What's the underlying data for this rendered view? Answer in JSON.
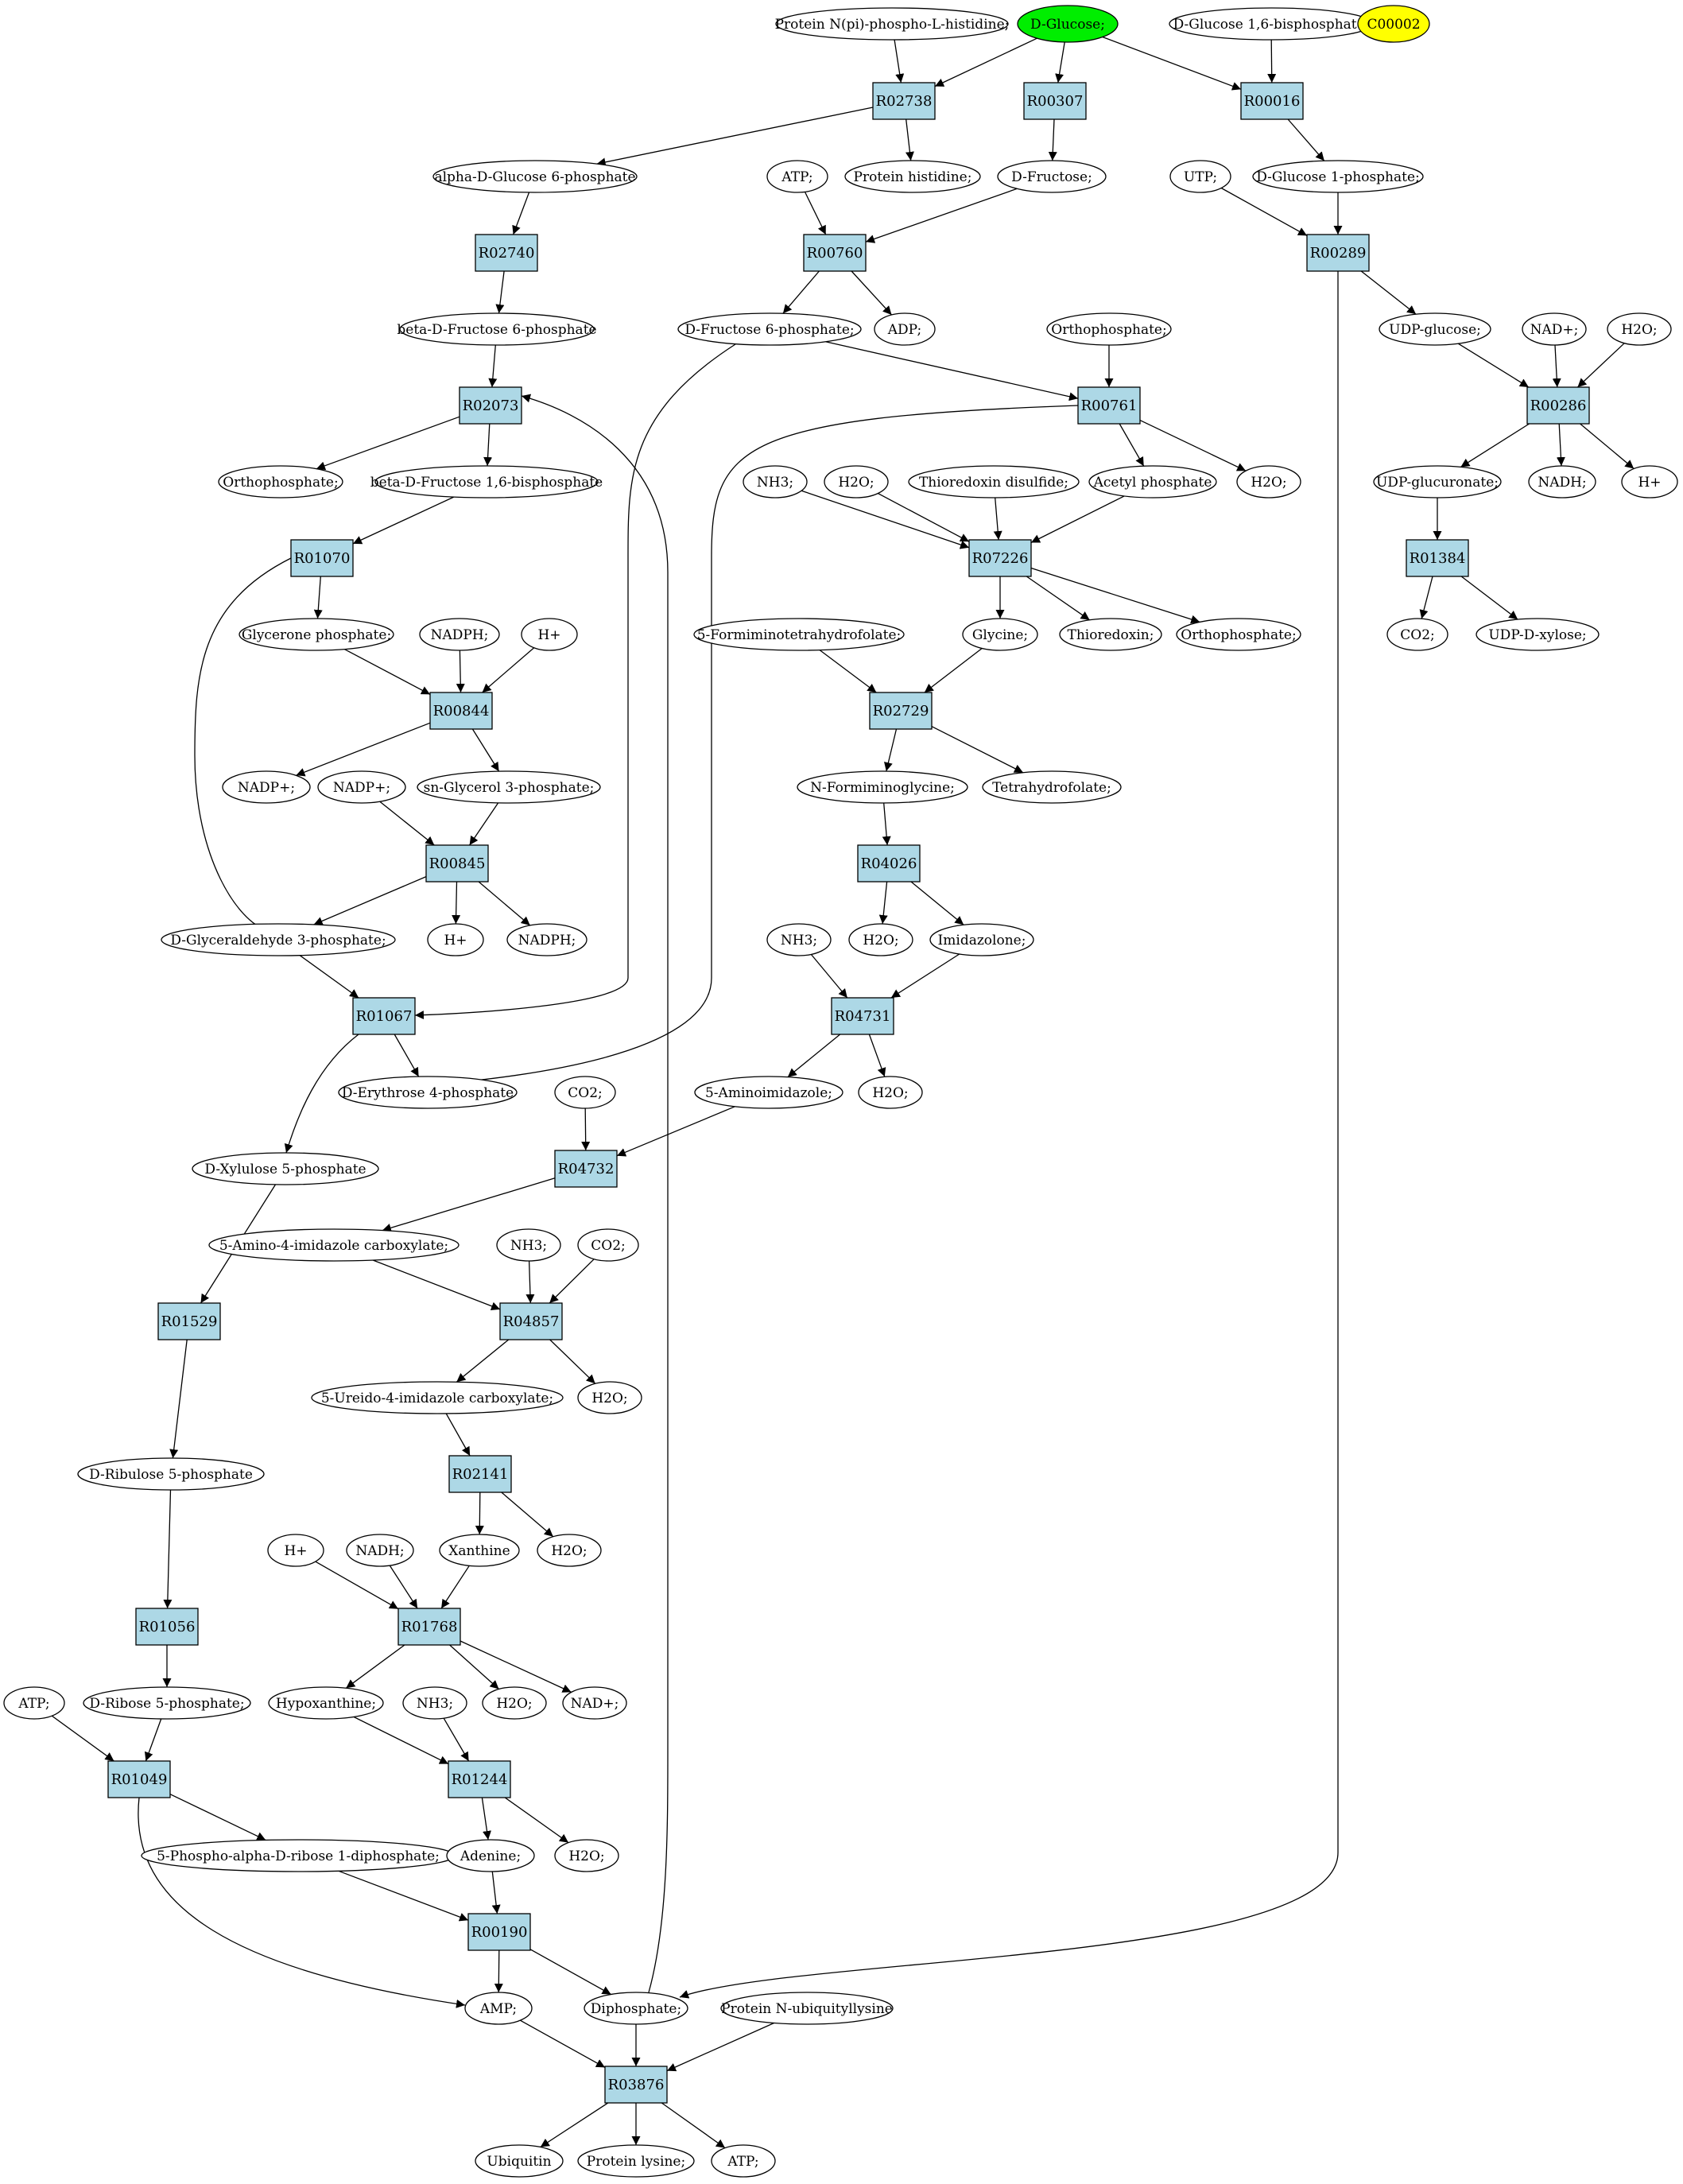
{
  "colors": {
    "reaction_fill": "#add8e6",
    "compound_fill": "#ffffff",
    "highlight_fill": "#00ee00",
    "query_fill": "#ffff00"
  },
  "compounds": [
    {
      "id": "c_pnh",
      "label": "Protein N(pi)-phospho-L-histidine;"
    },
    {
      "id": "c_dglc",
      "label": "D-Glucose;",
      "fill": "#00ee00"
    },
    {
      "id": "c_g16bp",
      "label": "D-Glucose 1,6-bisphosphate;"
    },
    {
      "id": "c_c00002",
      "label": "C00002",
      "fill": "#ffff00"
    },
    {
      "id": "c_ag6p",
      "label": "alpha-D-Glucose 6-phosphate"
    },
    {
      "id": "c_phis",
      "label": "Protein histidine;"
    },
    {
      "id": "c_atp1",
      "label": "ATP;"
    },
    {
      "id": "c_dfru",
      "label": "D-Fructose;"
    },
    {
      "id": "c_utp",
      "label": "UTP;"
    },
    {
      "id": "c_g1p",
      "label": "D-Glucose 1-phosphate;"
    },
    {
      "id": "c_bf6p",
      "label": "beta-D-Fructose 6-phosphate"
    },
    {
      "id": "c_f6p",
      "label": "D-Fructose 6-phosphate;"
    },
    {
      "id": "c_adp",
      "label": "ADP;"
    },
    {
      "id": "c_pi1",
      "label": "Orthophosphate;"
    },
    {
      "id": "c_udpglc",
      "label": "UDP-glucose;"
    },
    {
      "id": "c_nad1",
      "label": "NAD+;"
    },
    {
      "id": "c_h2o1",
      "label": "H2O;"
    },
    {
      "id": "c_pi2",
      "label": "Orthophosphate;"
    },
    {
      "id": "c_fbp",
      "label": "beta-D-Fructose 1,6-bisphosphate"
    },
    {
      "id": "c_nh3a",
      "label": "NH3;"
    },
    {
      "id": "c_h2o2",
      "label": "H2O;"
    },
    {
      "id": "c_trxss",
      "label": "Thioredoxin disulfide;"
    },
    {
      "id": "c_acp",
      "label": "Acetyl phosphate"
    },
    {
      "id": "c_h2o3",
      "label": "H2O;"
    },
    {
      "id": "c_udpgluc",
      "label": "UDP-glucuronate;"
    },
    {
      "id": "c_nadh1",
      "label": "NADH;"
    },
    {
      "id": "c_h1",
      "label": "H+"
    },
    {
      "id": "c_glyp",
      "label": "Glycerone phosphate;"
    },
    {
      "id": "c_nadph1",
      "label": "NADPH;"
    },
    {
      "id": "c_h2",
      "label": "H+"
    },
    {
      "id": "c_formthf",
      "label": "5-Formiminotetrahydrofolate;"
    },
    {
      "id": "c_gly",
      "label": "Glycine;"
    },
    {
      "id": "c_trx",
      "label": "Thioredoxin;"
    },
    {
      "id": "c_pi3",
      "label": "Orthophosphate;"
    },
    {
      "id": "c_co2a",
      "label": "CO2;"
    },
    {
      "id": "c_udpxyl",
      "label": "UDP-D-xylose;"
    },
    {
      "id": "c_nadp1",
      "label": "NADP+;"
    },
    {
      "id": "c_nadp2",
      "label": "NADP+;"
    },
    {
      "id": "c_g3p",
      "label": "sn-Glycerol 3-phosphate;"
    },
    {
      "id": "c_nfgly",
      "label": "N-Formiminoglycine;"
    },
    {
      "id": "c_thf",
      "label": "Tetrahydrofolate;"
    },
    {
      "id": "c_gap",
      "label": "D-Glyceraldehyde 3-phosphate;"
    },
    {
      "id": "c_h3",
      "label": "H+"
    },
    {
      "id": "c_nadph2",
      "label": "NADPH;"
    },
    {
      "id": "c_h2o4",
      "label": "H2O;"
    },
    {
      "id": "c_imid",
      "label": "Imidazolone;"
    },
    {
      "id": "c_nh3b",
      "label": "NH3;"
    },
    {
      "id": "c_e4p",
      "label": "D-Erythrose 4-phosphate"
    },
    {
      "id": "c_co2b",
      "label": "CO2;"
    },
    {
      "id": "c_5ai",
      "label": "5-Aminoimidazole;"
    },
    {
      "id": "c_h2o5",
      "label": "H2O;"
    },
    {
      "id": "c_x5p",
      "label": "D-Xylulose 5-phosphate"
    },
    {
      "id": "c_5a4ic",
      "label": "5-Amino-4-imidazole carboxylate;"
    },
    {
      "id": "c_nh3c",
      "label": "NH3;"
    },
    {
      "id": "c_co2c",
      "label": "CO2;"
    },
    {
      "id": "c_5u4ic",
      "label": "5-Ureido-4-imidazole carboxylate;"
    },
    {
      "id": "c_h2o6",
      "label": "H2O;"
    },
    {
      "id": "c_ru5p",
      "label": "D-Ribulose 5-phosphate"
    },
    {
      "id": "c_h4",
      "label": "H+"
    },
    {
      "id": "c_nadh2",
      "label": "NADH;"
    },
    {
      "id": "c_xan",
      "label": "Xanthine"
    },
    {
      "id": "c_h2o7",
      "label": "H2O;"
    },
    {
      "id": "c_atp2",
      "label": "ATP;"
    },
    {
      "id": "c_r5p",
      "label": "D-Ribose 5-phosphate;"
    },
    {
      "id": "c_hyp",
      "label": "Hypoxanthine;"
    },
    {
      "id": "c_nh3d",
      "label": "NH3;"
    },
    {
      "id": "c_h2o8",
      "label": "H2O;"
    },
    {
      "id": "c_nad2",
      "label": "NAD+;"
    },
    {
      "id": "c_prpp",
      "label": "5-Phospho-alpha-D-ribose 1-diphosphate;"
    },
    {
      "id": "c_ade",
      "label": "Adenine;"
    },
    {
      "id": "c_h2o9",
      "label": "H2O;"
    },
    {
      "id": "c_amp",
      "label": "AMP;"
    },
    {
      "id": "c_ppi",
      "label": "Diphosphate;"
    },
    {
      "id": "c_pnub",
      "label": "Protein N-ubiquityllysine"
    },
    {
      "id": "c_ubi",
      "label": "Ubiquitin"
    },
    {
      "id": "c_plys",
      "label": "Protein lysine;"
    },
    {
      "id": "c_atp3",
      "label": "ATP;"
    }
  ],
  "reactions": [
    {
      "id": "R02738",
      "label": "R02738"
    },
    {
      "id": "R00307",
      "label": "R00307"
    },
    {
      "id": "R00016",
      "label": "R00016"
    },
    {
      "id": "R02740",
      "label": "R02740"
    },
    {
      "id": "R00760",
      "label": "R00760"
    },
    {
      "id": "R00289",
      "label": "R00289"
    },
    {
      "id": "R02073",
      "label": "R02073"
    },
    {
      "id": "R00761",
      "label": "R00761"
    },
    {
      "id": "R00286",
      "label": "R00286"
    },
    {
      "id": "R01070",
      "label": "R01070"
    },
    {
      "id": "R07226",
      "label": "R07226"
    },
    {
      "id": "R01384",
      "label": "R01384"
    },
    {
      "id": "R00844",
      "label": "R00844"
    },
    {
      "id": "R02729",
      "label": "R02729"
    },
    {
      "id": "R00845",
      "label": "R00845"
    },
    {
      "id": "R04026",
      "label": "R04026"
    },
    {
      "id": "R01067",
      "label": "R01067"
    },
    {
      "id": "R04731",
      "label": "R04731"
    },
    {
      "id": "R04732",
      "label": "R04732"
    },
    {
      "id": "R01529",
      "label": "R01529"
    },
    {
      "id": "R04857",
      "label": "R04857"
    },
    {
      "id": "R02141",
      "label": "R02141"
    },
    {
      "id": "R01056",
      "label": "R01056"
    },
    {
      "id": "R01768",
      "label": "R01768"
    },
    {
      "id": "R01049",
      "label": "R01049"
    },
    {
      "id": "R01244",
      "label": "R01244"
    },
    {
      "id": "R00190",
      "label": "R00190"
    },
    {
      "id": "R03876",
      "label": "R03876"
    }
  ],
  "edges": [
    [
      "c_pnh",
      "R02738"
    ],
    [
      "c_dglc",
      "R02738"
    ],
    [
      "R02738",
      "c_ag6p"
    ],
    [
      "R02738",
      "c_phis"
    ],
    [
      "c_dglc",
      "R00307"
    ],
    [
      "R00307",
      "c_dfru"
    ],
    [
      "c_dglc",
      "R00016"
    ],
    [
      "c_g16bp",
      "R00016"
    ],
    [
      "R00016",
      "c_g1p"
    ],
    [
      "c_ag6p",
      "R02740"
    ],
    [
      "R02740",
      "c_bf6p"
    ],
    [
      "c_atp1",
      "R00760"
    ],
    [
      "c_dfru",
      "R00760"
    ],
    [
      "R00760",
      "c_f6p"
    ],
    [
      "R00760",
      "c_adp"
    ],
    [
      "c_utp",
      "R00289"
    ],
    [
      "c_g1p",
      "R00289"
    ],
    [
      "R00289",
      "c_udpglc"
    ],
    [
      "R00289",
      "c_ppi"
    ],
    [
      "c_bf6p",
      "R02073"
    ],
    [
      "R02073",
      "c_pi2"
    ],
    [
      "R02073",
      "c_fbp"
    ],
    [
      "c_ppi",
      "R02073"
    ],
    [
      "c_f6p",
      "R00761"
    ],
    [
      "c_pi1",
      "R00761"
    ],
    [
      "R00761",
      "c_acp"
    ],
    [
      "R00761",
      "c_h2o3"
    ],
    [
      "R00761",
      "c_e4p"
    ],
    [
      "c_f6p",
      "R01067"
    ],
    [
      "c_udpglc",
      "R00286"
    ],
    [
      "c_nad1",
      "R00286"
    ],
    [
      "c_h2o1",
      "R00286"
    ],
    [
      "R00286",
      "c_udpgluc"
    ],
    [
      "R00286",
      "c_nadh1"
    ],
    [
      "R00286",
      "c_h1"
    ],
    [
      "c_fbp",
      "R01070"
    ],
    [
      "R01070",
      "c_glyp"
    ],
    [
      "R01070",
      "c_gap"
    ],
    [
      "c_nh3a",
      "R07226"
    ],
    [
      "c_h2o2",
      "R07226"
    ],
    [
      "c_trxss",
      "R07226"
    ],
    [
      "c_acp",
      "R07226"
    ],
    [
      "R07226",
      "c_gly"
    ],
    [
      "R07226",
      "c_trx"
    ],
    [
      "R07226",
      "c_pi3"
    ],
    [
      "c_udpgluc",
      "R01384"
    ],
    [
      "R01384",
      "c_co2a"
    ],
    [
      "R01384",
      "c_udpxyl"
    ],
    [
      "c_glyp",
      "R00844"
    ],
    [
      "c_nadph1",
      "R00844"
    ],
    [
      "c_h2",
      "R00844"
    ],
    [
      "R00844",
      "c_nadp1"
    ],
    [
      "R00844",
      "c_g3p"
    ],
    [
      "c_formthf",
      "R02729"
    ],
    [
      "c_gly",
      "R02729"
    ],
    [
      "R02729",
      "c_nfgly"
    ],
    [
      "R02729",
      "c_thf"
    ],
    [
      "c_nadp2",
      "R00845"
    ],
    [
      "c_g3p",
      "R00845"
    ],
    [
      "R00845",
      "c_gap"
    ],
    [
      "R00845",
      "c_h3"
    ],
    [
      "R00845",
      "c_nadph2"
    ],
    [
      "c_nfgly",
      "R04026"
    ],
    [
      "R04026",
      "c_h2o4"
    ],
    [
      "R04026",
      "c_imid"
    ],
    [
      "c_gap",
      "R01067"
    ],
    [
      "R01067",
      "c_e4p"
    ],
    [
      "R01067",
      "c_x5p"
    ],
    [
      "c_nh3b",
      "R04731"
    ],
    [
      "c_imid",
      "R04731"
    ],
    [
      "R04731",
      "c_5ai"
    ],
    [
      "R04731",
      "c_h2o5"
    ],
    [
      "c_co2b",
      "R04732"
    ],
    [
      "c_5ai",
      "R04732"
    ],
    [
      "R04732",
      "c_5a4ic"
    ],
    [
      "c_x5p",
      "R01529"
    ],
    [
      "R01529",
      "c_ru5p"
    ],
    [
      "c_5a4ic",
      "R04857"
    ],
    [
      "c_nh3c",
      "R04857"
    ],
    [
      "c_co2c",
      "R04857"
    ],
    [
      "R04857",
      "c_5u4ic"
    ],
    [
      "R04857",
      "c_h2o6"
    ],
    [
      "c_5u4ic",
      "R02141"
    ],
    [
      "R02141",
      "c_xan"
    ],
    [
      "R02141",
      "c_h2o7"
    ],
    [
      "c_ru5p",
      "R01056"
    ],
    [
      "R01056",
      "c_r5p"
    ],
    [
      "c_h4",
      "R01768"
    ],
    [
      "c_nadh2",
      "R01768"
    ],
    [
      "c_xan",
      "R01768"
    ],
    [
      "R01768",
      "c_hyp"
    ],
    [
      "R01768",
      "c_h2o8"
    ],
    [
      "R01768",
      "c_nad2"
    ],
    [
      "c_atp2",
      "R01049"
    ],
    [
      "c_r5p",
      "R01049"
    ],
    [
      "R01049",
      "c_prpp"
    ],
    [
      "R01049",
      "c_amp"
    ],
    [
      "c_hyp",
      "R01244"
    ],
    [
      "c_nh3d",
      "R01244"
    ],
    [
      "R01244",
      "c_ade"
    ],
    [
      "R01244",
      "c_h2o9"
    ],
    [
      "c_prpp",
      "R00190"
    ],
    [
      "c_ade",
      "R00190"
    ],
    [
      "R00190",
      "c_amp"
    ],
    [
      "R00190",
      "c_ppi"
    ],
    [
      "c_amp",
      "R03876"
    ],
    [
      "c_ppi",
      "R03876"
    ],
    [
      "c_pnub",
      "R03876"
    ],
    [
      "R03876",
      "c_ubi"
    ],
    [
      "R03876",
      "c_plys"
    ],
    [
      "R03876",
      "c_atp3"
    ]
  ]
}
